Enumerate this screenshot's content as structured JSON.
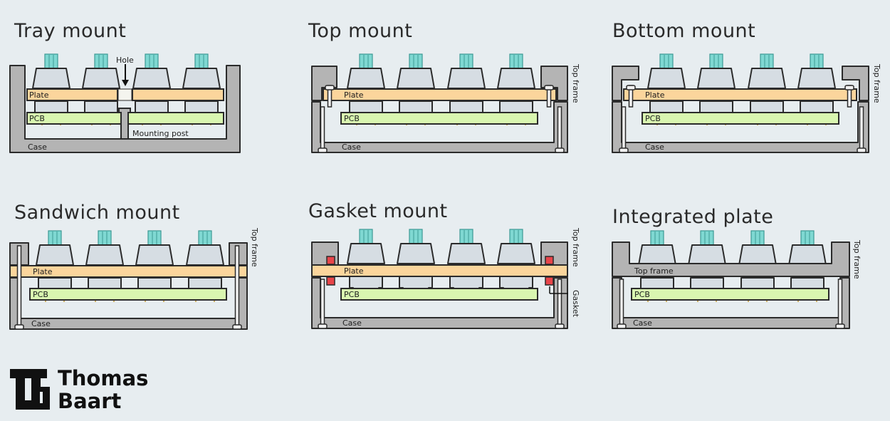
{
  "panels": [
    {
      "id": "tray",
      "title": "Tray mount",
      "labels": {
        "plate": "Plate",
        "pcb": "PCB",
        "case": "Case",
        "hole": "Hole",
        "post": "Mounting post"
      }
    },
    {
      "id": "top",
      "title": "Top mount",
      "labels": {
        "plate": "Plate",
        "pcb": "PCB",
        "case": "Case",
        "frame": "Top frame"
      }
    },
    {
      "id": "bottom",
      "title": "Bottom mount",
      "labels": {
        "plate": "Plate",
        "pcb": "PCB",
        "case": "Case",
        "frame": "Top frame"
      }
    },
    {
      "id": "sandwich",
      "title": "Sandwich mount",
      "labels": {
        "plate": "Plate",
        "pcb": "PCB",
        "case": "Case",
        "frame": "Top frame"
      }
    },
    {
      "id": "gasket",
      "title": "Gasket mount",
      "labels": {
        "plate": "Plate",
        "pcb": "PCB",
        "case": "Case",
        "frame": "Top frame",
        "gasket": "Gasket"
      }
    },
    {
      "id": "integrated",
      "title": "Integrated plate",
      "labels": {
        "plate": "Top frame",
        "pcb": "PCB",
        "case": "Case",
        "frame": "Top frame"
      }
    }
  ],
  "brand": {
    "line1": "Thomas",
    "line2": "Baart"
  },
  "colors": {
    "background": "#e7edf0",
    "case": "#b4b4b4",
    "outline": "#2b2b2b",
    "plate": "#fbd59c",
    "pcb": "#d9f6b0",
    "keycap": "#d6dde3",
    "stem": "#7fd8d2",
    "gasket": "#e8454a"
  }
}
